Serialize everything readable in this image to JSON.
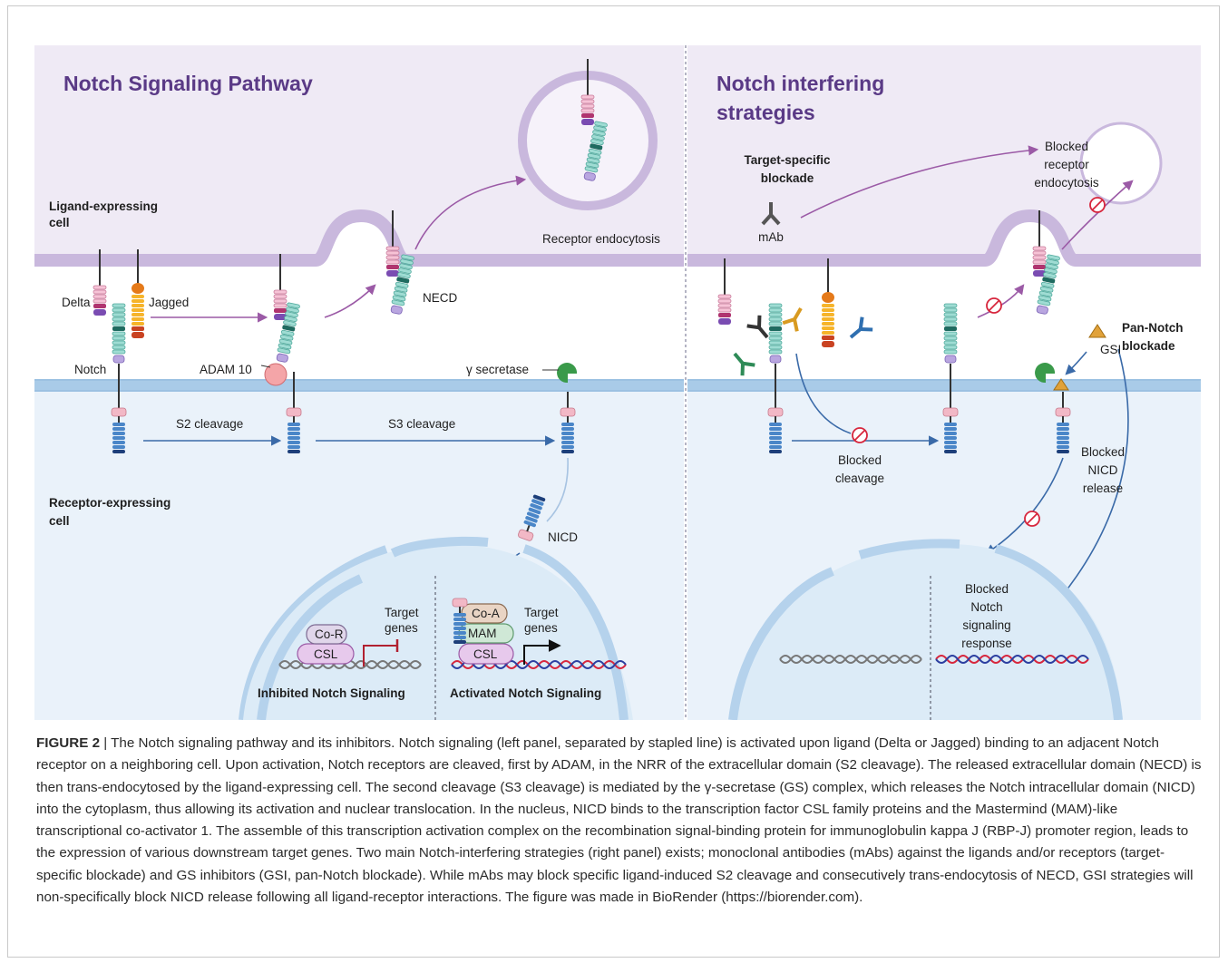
{
  "left_panel": {
    "title": "Notch Signaling Pathway",
    "ligand_cell_label": [
      "Ligand-expressing",
      "cell"
    ],
    "receptor_cell_label": [
      "Receptor-expressing",
      "cell"
    ],
    "delta_label": "Delta",
    "jagged_label": "Jagged",
    "notch_label": "Notch",
    "adam_label": "ADAM 10",
    "necd_label": "NECD",
    "endocytosis_label": "Receptor endocytosis",
    "secretase_label": "γ secretase",
    "s2_label": "S2 cleavage",
    "s3_label": "S3 cleavage",
    "nicd_label": "NICD",
    "cor_label": "Co-R",
    "csl_label": "CSL",
    "coa_label": "Co-A",
    "mam_label": "MAM",
    "target_genes_label": [
      "Target",
      "genes"
    ],
    "inhibited_label": "Inhibited Notch Signaling",
    "activated_label": "Activated Notch Signaling"
  },
  "right_panel": {
    "title": [
      "Notch interfering",
      "strategies"
    ],
    "target_specific_label": [
      "Target-specific",
      "blockade"
    ],
    "mab_label": "mAb",
    "blocked_endocytosis_label": [
      "Blocked",
      "receptor",
      "endocytosis"
    ],
    "pan_notch_label": [
      "Pan-Notch",
      "blockade"
    ],
    "gsi_label": "GSI",
    "blocked_cleavage_label": [
      "Blocked",
      "cleavage"
    ],
    "blocked_nicd_label": [
      "Blocked",
      "NICD",
      "release"
    ],
    "blocked_response_label": [
      "Blocked",
      "Notch",
      "signaling",
      "response"
    ]
  },
  "colors": {
    "ligand_cell_bg": "#efeaf5",
    "receptor_cell_bg": "#eaf2fa",
    "membrane": "#c9b8dd",
    "membrane_blue": "#a9cbe8",
    "title_purple": "#5a3a86",
    "arrow_purple": "#9b5aa6",
    "arrow_blue": "#3a6aa8",
    "block_red": "#d7263d"
  },
  "caption": {
    "label": "FIGURE 2",
    "text": " | The Notch signaling pathway and its inhibitors. Notch signaling (left panel, separated by stapled line) is activated upon ligand (Delta or Jagged) binding to an adjacent Notch receptor on a neighboring cell. Upon activation, Notch receptors are cleaved, first by ADAM, in the NRR of the extracellular domain (S2 cleavage). The released extracellular domain (NECD) is then trans-endocytosed by the ligand-expressing cell. The second cleavage (S3 cleavage) is mediated by the γ-secretase (GS) complex, which releases the Notch intracellular domain (NICD) into the cytoplasm, thus allowing its activation and nuclear translocation. In the nucleus, NICD binds to the transcription factor CSL family proteins and the Mastermind (MAM)-like transcriptional co-activator 1. The assemble of this transcription activation complex on the recombination signal-binding protein for immunoglobulin kappa J (RBP-J) promoter region, leads to the expression of various downstream target genes. Two main Notch-interfering strategies (right panel) exists; monoclonal antibodies (mAbs) against the ligands and/or receptors (target-specific blockade) and GS inhibitors (GSI, pan-Notch blockade). While mAbs may block specific ligand-induced S2 cleavage and consecutively trans-endocytosis of NECD, GSI strategies will non-specifically block NICD release following all ligand-receptor interactions. The figure was made in BioRender (https://biorender.com)."
  }
}
